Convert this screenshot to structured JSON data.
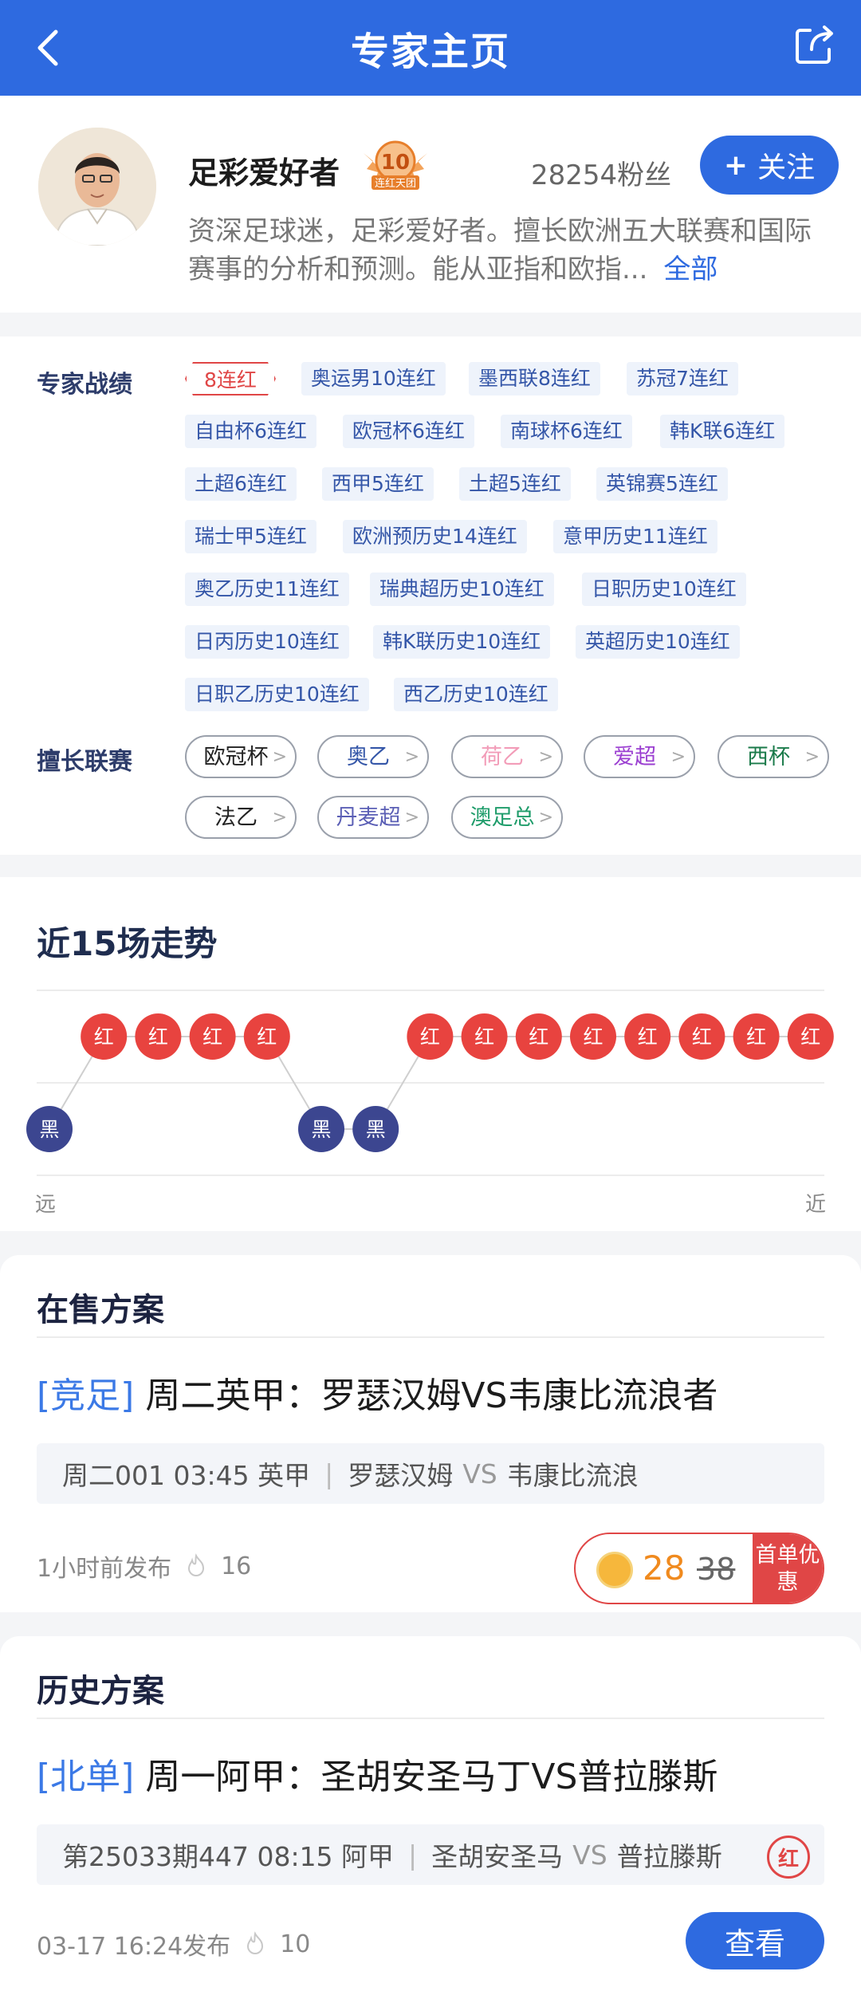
{
  "header": {
    "title": "专家主页",
    "back_icon": "chevron-left-icon",
    "share_icon": "share-icon"
  },
  "profile": {
    "name": "足彩爱好者",
    "medal_number": "10",
    "medal_text": "连红天团",
    "fans": "28254粉丝",
    "follow_label": "关注",
    "bio": "资深足球迷，足彩爱好者。擅长欧洲五大联赛和国际赛事的分析和预测。能从亚指和欧指...",
    "bio_more": "全部"
  },
  "records": {
    "label": "专家战绩",
    "tags": [
      "8连红",
      "奥运男10连红",
      "墨西联8连红",
      "苏冠7连红",
      "自由杯6连红",
      "欧冠杯6连红",
      "南球杯6连红",
      "韩K联6连红",
      "土超6连红",
      "西甲5连红",
      "土超5连红",
      "英锦赛5连红",
      "瑞士甲5连红",
      "欧洲预历史14连红",
      "意甲历史11连红",
      "奥乙历史11连红",
      "瑞典超历史10连红",
      "日职历史10连红",
      "日丙历史10连红",
      "韩K联历史10连红",
      "英超历史10连红",
      "日职乙历史10连红",
      "西乙历史10连红"
    ]
  },
  "leagues": {
    "label": "擅长联赛",
    "items": [
      {
        "name": "欧冠杯",
        "color": "#222222"
      },
      {
        "name": "奥乙",
        "color": "#3456a8"
      },
      {
        "name": "荷乙",
        "color": "#f29cb8"
      },
      {
        "name": "爱超",
        "color": "#9b3fd1"
      },
      {
        "name": "西杯",
        "color": "#1a7a4a"
      },
      {
        "name": "法乙",
        "color": "#222222"
      },
      {
        "name": "丹麦超",
        "color": "#5b5fb5"
      },
      {
        "name": "澳足总",
        "color": "#1e9c6a"
      }
    ]
  },
  "trend": {
    "title": "近15场走势",
    "results": [
      "黑",
      "红",
      "红",
      "红",
      "红",
      "黑",
      "黑",
      "红",
      "红",
      "红",
      "红",
      "红",
      "红",
      "红",
      "红"
    ],
    "far_label": "远",
    "near_label": "近",
    "red_color": "#e8433f",
    "black_color": "#3c4690"
  },
  "selling": {
    "title": "在售方案",
    "plan_category": "[竞足]",
    "plan_title": "周二英甲：罗瑟汉姆VS韦康比流浪者",
    "match_info": "周二001 03:45 英甲",
    "home": "罗瑟汉姆",
    "vs": "VS",
    "away": "韦康比流浪",
    "published": "1小时前发布",
    "views": "16",
    "price_now": "28",
    "price_old": "38",
    "promo": "首单优惠"
  },
  "history": {
    "title": "历史方案",
    "plan_category": "[北单]",
    "plan_title": "周一阿甲：圣胡安圣马丁VS普拉滕斯",
    "match_info": "第25033期447 08:15 阿甲",
    "home": "圣胡安圣马",
    "vs": "VS",
    "away": "普拉滕斯",
    "stamp": "红",
    "published": "03-17 16:24发布",
    "views": "10",
    "view_label": "查看"
  }
}
